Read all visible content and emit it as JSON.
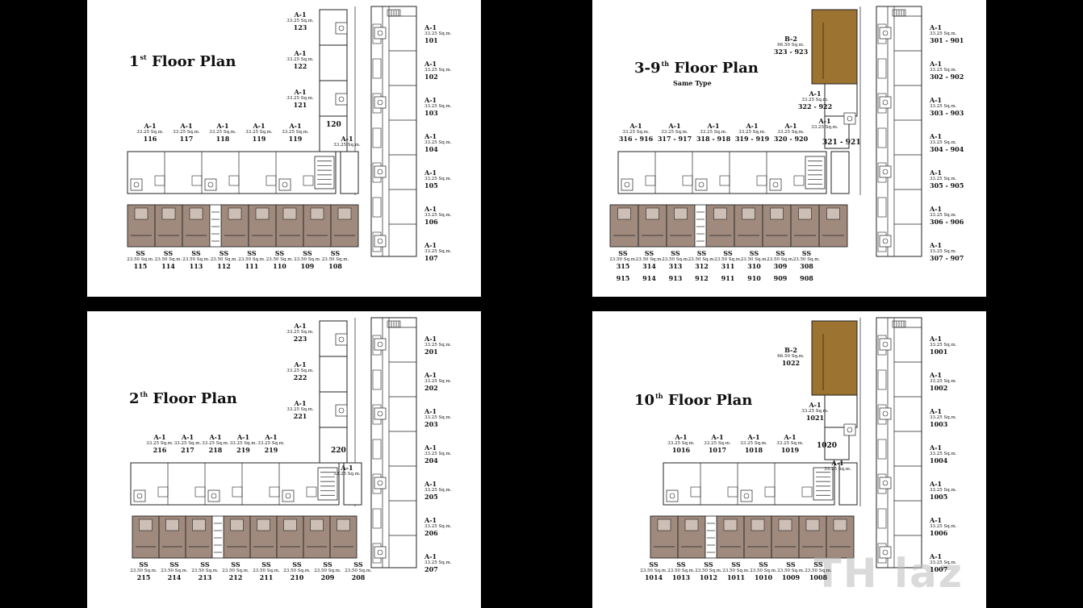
{
  "panels": [
    {
      "id": "p1",
      "title_main": "1",
      "title_sup": "st",
      "title_rest": "Floor Plan",
      "subtitle": "",
      "room_label": "120",
      "corridor_unit": {
        "type": "A-1",
        "area": "33.25 Sq.m."
      },
      "left_units": [
        {
          "type": "A-1",
          "area": "33.25 Sq.m.",
          "num": "123"
        },
        {
          "type": "A-1",
          "area": "33.25 Sq.m.",
          "num": "122"
        },
        {
          "type": "A-1",
          "area": "33.25 Sq.m.",
          "num": "121"
        }
      ],
      "right_units": [
        {
          "type": "A-1",
          "area": "33.25 Sq.m.",
          "num": "101"
        },
        {
          "type": "A-1",
          "area": "33.25 Sq.m.",
          "num": "102"
        },
        {
          "type": "A-1",
          "area": "33.25 Sq.m.",
          "num": "103"
        },
        {
          "type": "A-1",
          "area": "33.25 Sq.m.",
          "num": "104"
        },
        {
          "type": "A-1",
          "area": "33.25 Sq.m.",
          "num": "105"
        },
        {
          "type": "A-1",
          "area": "33.25 Sq.m.",
          "num": "106"
        },
        {
          "type": "A-1",
          "area": "33.25 Sq.m.",
          "num": "107"
        }
      ],
      "top_units": [
        {
          "type": "A-1",
          "area": "33.25 Sq.m.",
          "num": "116"
        },
        {
          "type": "A-1",
          "area": "33.25 Sq.m.",
          "num": "117"
        },
        {
          "type": "A-1",
          "area": "33.25 Sq.m.",
          "num": "118"
        },
        {
          "type": "A-1",
          "area": "33.25 Sq.m.",
          "num": "119"
        },
        {
          "type": "A-1",
          "area": "33.25 Sq.m.",
          "num": "119"
        }
      ],
      "bottom_units": [
        {
          "type": "SS",
          "area": "23.50 Sq.m.",
          "num": "115"
        },
        {
          "type": "SS",
          "area": "23.50 Sq.m.",
          "num": "114"
        },
        {
          "type": "SS",
          "area": "23.50 Sq.m.",
          "num": "113"
        },
        {
          "type": "SS",
          "area": "23.50 Sq.m.",
          "num": "112"
        },
        {
          "type": "SS",
          "area": "23.50 Sq.m.",
          "num": "111"
        },
        {
          "type": "SS",
          "area": "23.50 Sq.m.",
          "num": "110"
        },
        {
          "type": "SS",
          "area": "23.50 Sq.m.",
          "num": "109"
        },
        {
          "type": "SS",
          "area": "23.50 Sq.m.",
          "num": "108"
        }
      ]
    },
    {
      "id": "p2",
      "title_main": "3-9",
      "title_sup": "th",
      "title_rest": "Floor Plan",
      "subtitle": "Same Type",
      "room_label": "321 - 921",
      "corridor_unit": {
        "type": "A-1",
        "area": "33.25 Sq.m."
      },
      "b2": {
        "type": "B-2",
        "area": "66.50 Sq.m.",
        "num": "323 - 923"
      },
      "left_units": [
        {
          "type": "A-1",
          "area": "33.25 Sq.m.",
          "num": "322 - 922"
        }
      ],
      "right_units": [
        {
          "type": "A-1",
          "area": "33.25 Sq.m.",
          "num": "301 - 901"
        },
        {
          "type": "A-1",
          "area": "33.25 Sq.m.",
          "num": "302 - 902"
        },
        {
          "type": "A-1",
          "area": "33.25 Sq.m.",
          "num": "303 - 903"
        },
        {
          "type": "A-1",
          "area": "33.25 Sq.m.",
          "num": "304 - 904"
        },
        {
          "type": "A-1",
          "area": "33.25 Sq.m.",
          "num": "305 - 905"
        },
        {
          "type": "A-1",
          "area": "33.25 Sq.m.",
          "num": "306 - 906"
        },
        {
          "type": "A-1",
          "area": "33.25 Sq.m.",
          "num": "307 - 907"
        }
      ],
      "top_units": [
        {
          "type": "A-1",
          "area": "33.25 Sq.m.",
          "num": "316 - 916"
        },
        {
          "type": "A-1",
          "area": "33.25 Sq.m.",
          "num": "317 - 917"
        },
        {
          "type": "A-1",
          "area": "33.25 Sq.m.",
          "num": "318 - 918"
        },
        {
          "type": "A-1",
          "area": "33.25 Sq.m.",
          "num": "319 - 919"
        },
        {
          "type": "A-1",
          "area": "33.25 Sq.m.",
          "num": "320 - 920"
        }
      ],
      "bottom_units": [
        {
          "type": "SS",
          "area": "23.50 Sq.m.",
          "num": "315",
          "num2": "915"
        },
        {
          "type": "SS",
          "area": "23.50 Sq.m.",
          "num": "314",
          "num2": "914"
        },
        {
          "type": "SS",
          "area": "23.50 Sq.m.",
          "num": "313",
          "num2": "913"
        },
        {
          "type": "SS",
          "area": "23.50 Sq.m.",
          "num": "312",
          "num2": "912"
        },
        {
          "type": "SS",
          "area": "23.50 Sq.m.",
          "num": "311",
          "num2": "911"
        },
        {
          "type": "SS",
          "area": "23.50 Sq.m.",
          "num": "310",
          "num2": "910"
        },
        {
          "type": "SS",
          "area": "23.50 Sq.m.",
          "num": "309",
          "num2": "909"
        },
        {
          "type": "SS",
          "area": "23.50 Sq.m.",
          "num": "308",
          "num2": "908"
        }
      ]
    },
    {
      "id": "p3",
      "title_main": "2",
      "title_sup": "th",
      "title_rest": "Floor Plan",
      "subtitle": "",
      "room_label": "220",
      "corridor_unit": {
        "type": "A-1",
        "area": "33.25 Sq.m."
      },
      "left_units": [
        {
          "type": "A-1",
          "area": "33.25 Sq.m.",
          "num": "223"
        },
        {
          "type": "A-1",
          "area": "33.25 Sq.m.",
          "num": "222"
        },
        {
          "type": "A-1",
          "area": "33.25 Sq.m.",
          "num": "221"
        }
      ],
      "right_units": [
        {
          "type": "A-1",
          "area": "33.25 Sq.m.",
          "num": "201"
        },
        {
          "type": "A-1",
          "area": "33.25 Sq.m.",
          "num": "202"
        },
        {
          "type": "A-1",
          "area": "33.25 Sq.m.",
          "num": "203"
        },
        {
          "type": "A-1",
          "area": "33.25 Sq.m.",
          "num": "204"
        },
        {
          "type": "A-1",
          "area": "33.25 Sq.m.",
          "num": "205"
        },
        {
          "type": "A-1",
          "area": "33.25 Sq.m.",
          "num": "206"
        },
        {
          "type": "A-1",
          "area": "33.25 Sq.m.",
          "num": "207"
        }
      ],
      "top_units": [
        {
          "type": "A-1",
          "area": "33.25 Sq.m.",
          "num": "216"
        },
        {
          "type": "A-1",
          "area": "33.25 Sq.m.",
          "num": "217"
        },
        {
          "type": "A-1",
          "area": "33.25 Sq.m.",
          "num": "218"
        },
        {
          "type": "A-1",
          "area": "33.25 Sq.m.",
          "num": "219"
        },
        {
          "type": "A-1",
          "area": "33.25 Sq.m.",
          "num": "219"
        }
      ],
      "bottom_units": [
        {
          "type": "SS",
          "area": "23.50 Sq.m.",
          "num": "215"
        },
        {
          "type": "SS",
          "area": "23.50 Sq.m.",
          "num": "214"
        },
        {
          "type": "SS",
          "area": "23.50 Sq.m.",
          "num": "213"
        },
        {
          "type": "SS",
          "area": "23.50 Sq.m.",
          "num": "212"
        },
        {
          "type": "SS",
          "area": "23.50 Sq.m.",
          "num": "211"
        },
        {
          "type": "SS",
          "area": "23.50 Sq.m.",
          "num": "210"
        },
        {
          "type": "SS",
          "area": "23.50 Sq.m.",
          "num": "209"
        },
        {
          "type": "SS",
          "area": "23.50 Sq.m.",
          "num": "208"
        }
      ]
    },
    {
      "id": "p4",
      "title_main": "10",
      "title_sup": "th",
      "title_rest": "Floor Plan",
      "subtitle": "",
      "room_label": "1020",
      "corridor_unit": {
        "type": "A-1",
        "area": "33.25 Sq.m."
      },
      "b2": {
        "type": "B-2",
        "area": "66.50 Sq.m.",
        "num": "1022"
      },
      "left_units": [
        {
          "type": "A-1",
          "area": "33.25 Sq.m.",
          "num": "1021"
        }
      ],
      "right_units": [
        {
          "type": "A-1",
          "area": "33.25 Sq.m.",
          "num": "1001"
        },
        {
          "type": "A-1",
          "area": "33.25 Sq.m.",
          "num": "1002"
        },
        {
          "type": "A-1",
          "area": "33.25 Sq.m.",
          "num": "1003"
        },
        {
          "type": "A-1",
          "area": "33.25 Sq.m.",
          "num": "1004"
        },
        {
          "type": "A-1",
          "area": "33.25 Sq.m.",
          "num": "1005"
        },
        {
          "type": "A-1",
          "area": "33.25 Sq.m.",
          "num": "1006"
        },
        {
          "type": "A-1",
          "area": "33.25 Sq.m.",
          "num": "1007"
        }
      ],
      "top_units": [
        {
          "type": "A-1",
          "area": "33.25 Sq.m.",
          "num": "1016"
        },
        {
          "type": "A-1",
          "area": "33.25 Sq.m.",
          "num": "1017"
        },
        {
          "type": "A-1",
          "area": "33.25 Sq.m.",
          "num": "1018"
        },
        {
          "type": "A-1",
          "area": "33.25 Sq.m.",
          "num": "1019"
        }
      ],
      "bottom_units": [
        {
          "type": "SS",
          "area": "23.50 Sq.m.",
          "num": "1014"
        },
        {
          "type": "SS",
          "area": "23.50 Sq.m.",
          "num": "1013"
        },
        {
          "type": "SS",
          "area": "23.50 Sq.m.",
          "num": "1012"
        },
        {
          "type": "SS",
          "area": "23.50 Sq.m.",
          "num": "1011"
        },
        {
          "type": "SS",
          "area": "23.50 Sq.m.",
          "num": "1010"
        },
        {
          "type": "SS",
          "area": "23.50 Sq.m.",
          "num": "1009"
        },
        {
          "type": "SS",
          "area": "23.50 Sq.m.",
          "num": "1008"
        }
      ]
    }
  ],
  "colors": {
    "ss_fill": "#a08a7e",
    "b2_fill": "#9c7330",
    "line": "#222222",
    "background": "#000000",
    "panel": "#ffffff"
  },
  "watermark": "Thai Property logo (partial)"
}
